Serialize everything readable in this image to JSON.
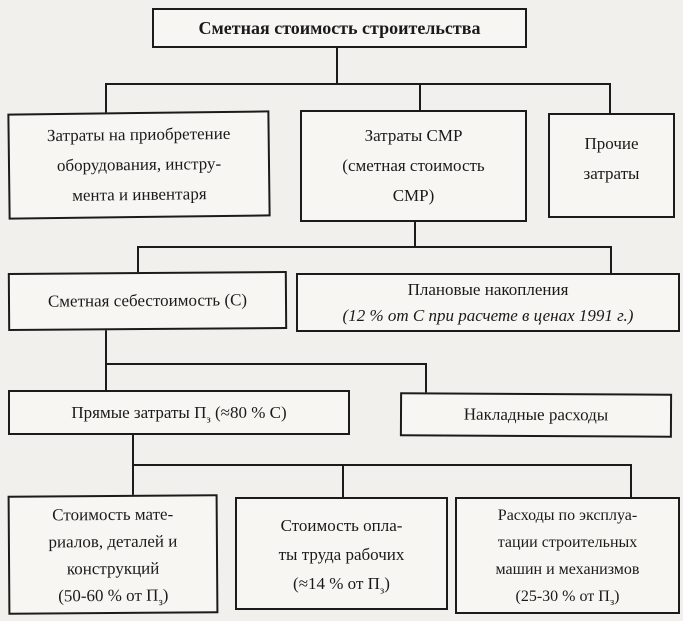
{
  "page": {
    "background": "#f1f0ec",
    "box_background": "#f7f6f2",
    "line_color": "#1b1b1b"
  },
  "diagram": {
    "title_box": {
      "text": "Сметная стоимость строительства"
    },
    "row2": {
      "equipment": {
        "lines": [
          "Затраты на приобретение",
          "оборудования, инстру-",
          "мента и инвентаря"
        ]
      },
      "smr": {
        "lines": [
          "Затраты СМР",
          "(сметная стоимость",
          "СМР)"
        ]
      },
      "other": {
        "lines": [
          "Прочие",
          "затраты"
        ]
      }
    },
    "row3": {
      "cost": {
        "text": "Сметная себестоимость (С)"
      },
      "planned": {
        "line1": "Плановые накопления",
        "line2": "(12 % от С при расчете в ценах 1991 г.)"
      }
    },
    "row4": {
      "direct": {
        "pre": "Прямые затраты П",
        "sub": "з",
        "post": " (≈80 % С)"
      },
      "overhead": {
        "text": "Накладные расходы"
      }
    },
    "row5": {
      "materials": {
        "lines": [
          "Стоимость мате-",
          "риалов, деталей и",
          "конструкций"
        ],
        "pct_pre": "(50-60 % от П",
        "pct_sub": "з",
        "pct_post": ")"
      },
      "labor": {
        "lines": [
          "Стоимость опла-",
          "ты труда рабочих"
        ],
        "pct_pre": "(≈14 % от П",
        "pct_sub": "з",
        "pct_post": ")"
      },
      "machines": {
        "lines": [
          "Расходы по эксплуа-",
          "тации строительных",
          "машин и механизмов"
        ],
        "pct_pre": "(25-30 % от П",
        "pct_sub": "з",
        "pct_post": ")"
      }
    }
  }
}
